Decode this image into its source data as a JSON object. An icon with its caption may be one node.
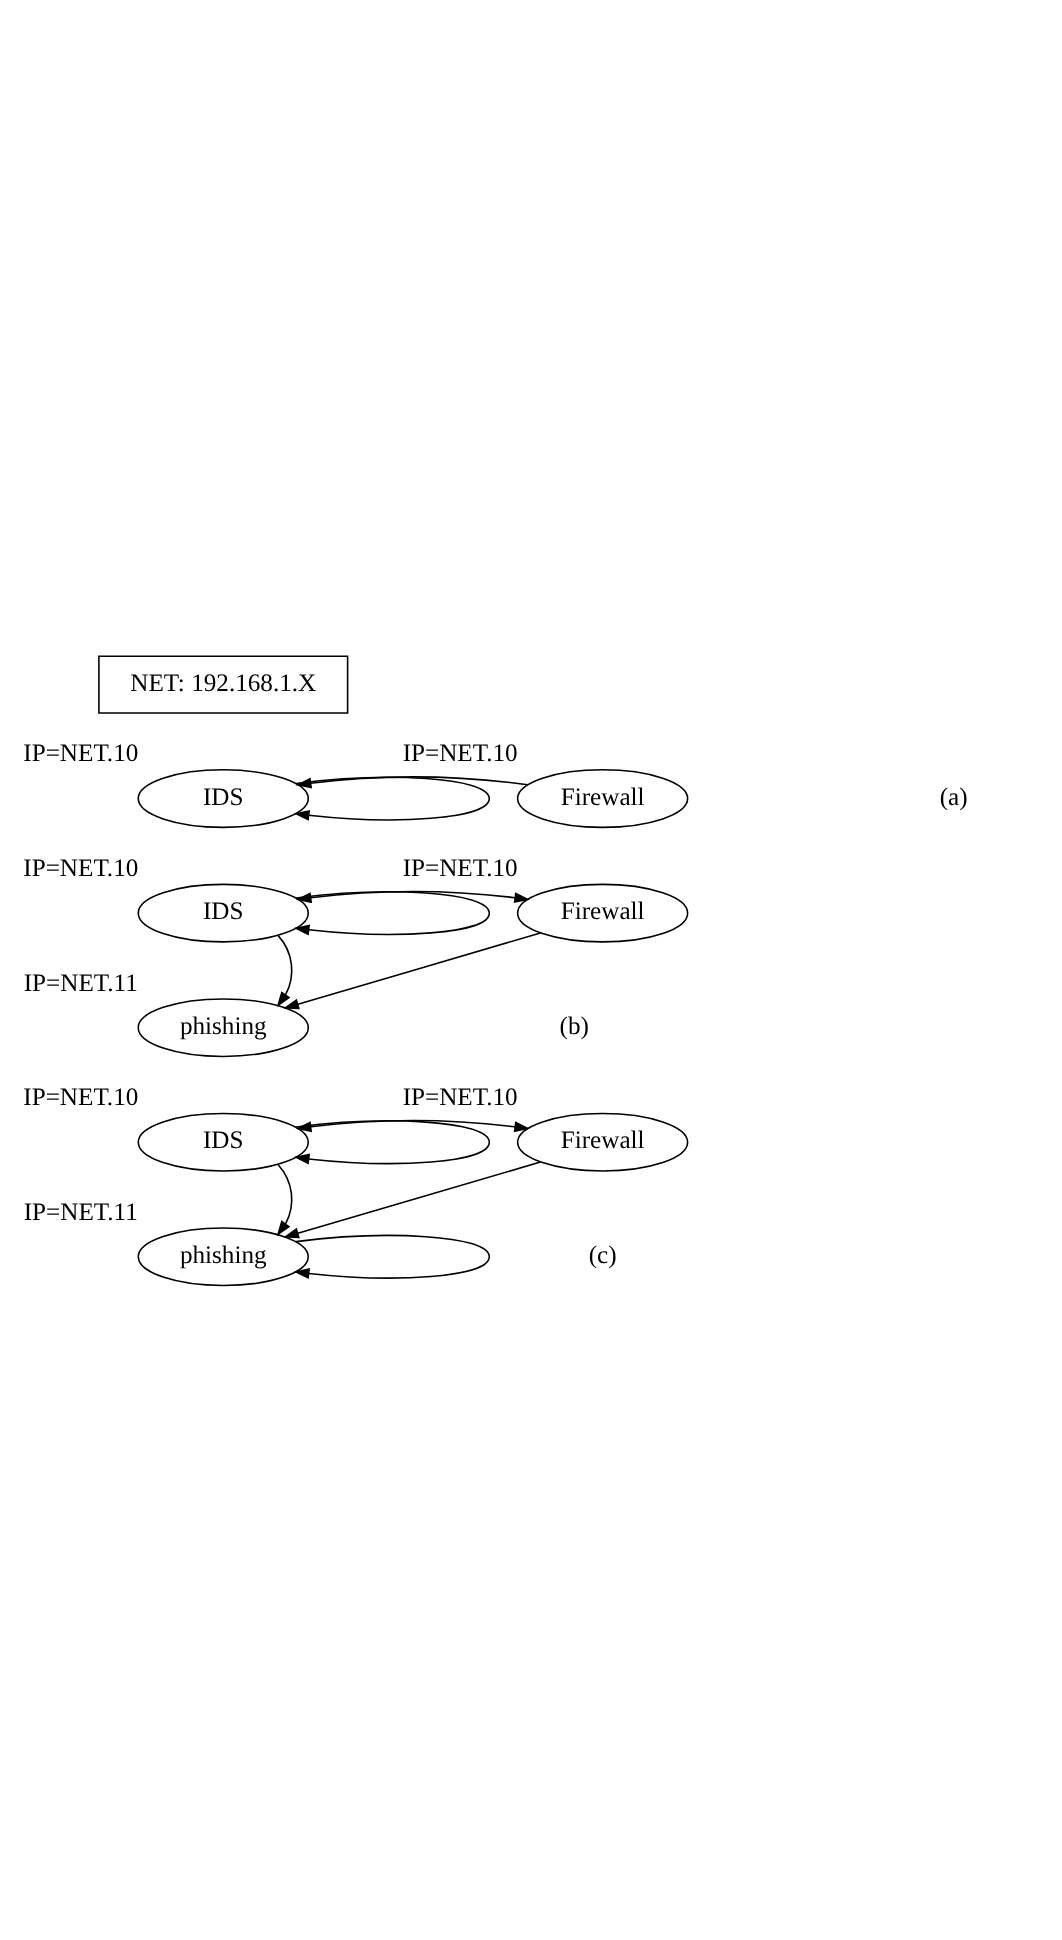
{
  "diagram": {
    "nodes": [
      {
        "text": [
          "NET: 192.168.1.X"
        ]
      },
      {
        "text": [
          "IDS"
        ],
        "beside": [
          "IP=NET.10"
        ]
      },
      {
        "text": [
          "Firewall"
        ],
        "beside": [
          "IP=NET.10"
        ]
      },
      {
        "text": [
          "IDS"
        ],
        "beside": [
          "IP=NET.10"
        ]
      },
      {
        "text": [
          "Firewall"
        ],
        "beside": [
          "IP=NET.10"
        ]
      },
      {
        "text": [
          "phishing"
        ],
        "beside": [
          "IP=NET.11"
        ]
      },
      {
        "text": [
          "IDS"
        ],
        "beside": [
          "IP=NET.10"
        ]
      },
      {
        "text": [
          "Firewall"
        ],
        "beside": [
          "IP=NET.10"
        ]
      },
      {
        "text": [
          "phishing"
        ],
        "beside": [
          "IP=NET.11"
        ]
      }
    ],
    "edges": [
      {
        "from": 1,
        "to": 1,
        "arrow": "to"
      },
      {
        "from": 2,
        "to": 1,
        "arrow": "to"
      },
      {
        "from": 3,
        "to": 3,
        "arrow": "to"
      },
      {
        "from": 3,
        "to": 4,
        "arrow": "both"
      },
      {
        "from": 3,
        "to": 5,
        "arrow": "to"
      },
      {
        "from": 4,
        "to": 5,
        "arrow": "to"
      },
      {
        "from": 6,
        "to": 6,
        "arrow": "to"
      },
      {
        "from": 6,
        "to": 7,
        "arrow": "both"
      },
      {
        "from": 6,
        "to": 8,
        "arrow": "to"
      },
      {
        "from": 7,
        "to": 8,
        "arrow": "to"
      },
      {
        "from": 8,
        "to": 8,
        "arrow": "to"
      }
    ],
    "labels": [
      "(a)",
      "(b)",
      "(c)"
    ]
  }
}
